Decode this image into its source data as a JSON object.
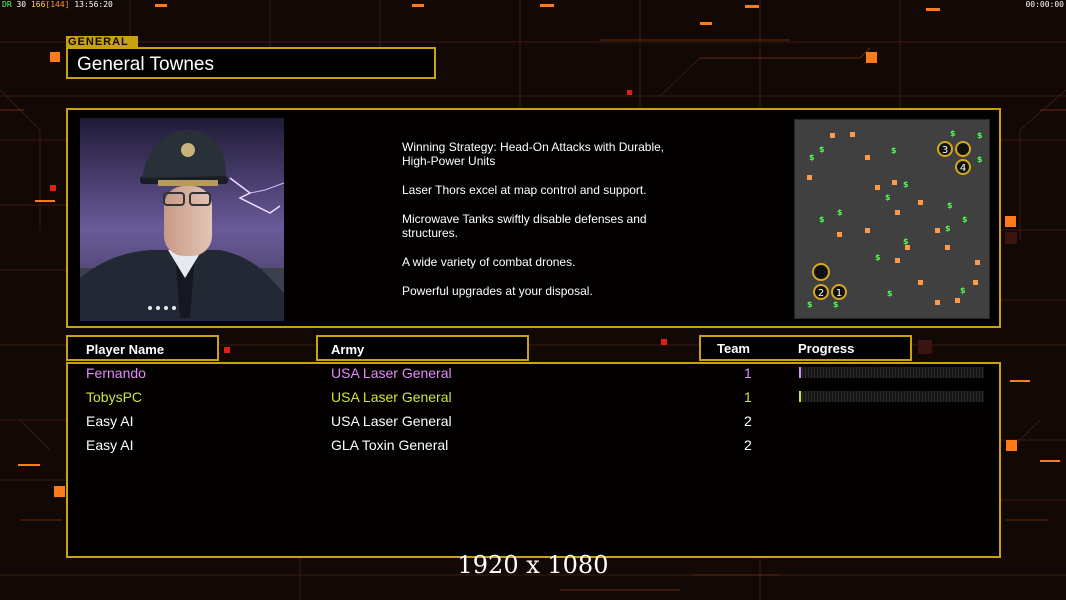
{
  "hud": {
    "left_prefix": "DR",
    "left_a": "30",
    "left_b": "166",
    "left_c": "[144]",
    "time": "13:56:20",
    "right_time": "00:00:00"
  },
  "general": {
    "tag": "GENERAL",
    "name": "General Townes"
  },
  "strategy": [
    "Winning Strategy: Head-On Attacks with Durable,\n High-Power Units",
    "Laser Thors excel at map control and support.",
    "Microwave Tanks swiftly disable defenses and\n structures.",
    "A wide variety of combat drones.",
    "Powerful upgrades at your disposal."
  ],
  "minimap": {
    "start_positions": [
      "1",
      "2",
      "3",
      "4"
    ],
    "resource_symbol": "$"
  },
  "table": {
    "headers": {
      "player_name": "Player Name",
      "army": "Army",
      "team": "Team",
      "progress": "Progress"
    },
    "rows": [
      {
        "player": "Fernando",
        "army": "USA Laser General",
        "team": "1",
        "color": "#e48aff",
        "progress": 0.01
      },
      {
        "player": "TobysPC",
        "army": "USA Laser General",
        "team": "1",
        "color": "#d6e23a",
        "progress": 0.01
      },
      {
        "player": "Easy AI",
        "army": "USA Laser General",
        "team": "2",
        "color": "#ffffff"
      },
      {
        "player": "Easy AI",
        "army": "GLA Toxin General",
        "team": "2",
        "color": "#ffffff"
      }
    ]
  },
  "resolution": "1920 x 1080",
  "colors": {
    "frame": "#c9a20f",
    "accent": "#ff7a1a",
    "background": "#120806"
  }
}
